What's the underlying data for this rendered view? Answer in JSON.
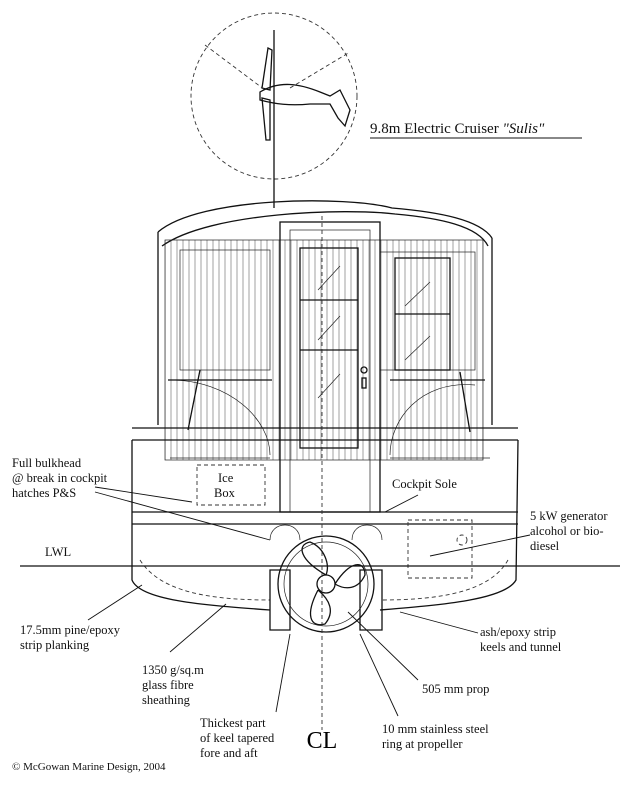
{
  "title": {
    "main": "9.8m Electric Cruiser ",
    "name": "\"Sulis\""
  },
  "waterline_label": "LWL",
  "centerline_symbol": "CL",
  "labels": {
    "bulkhead": [
      "Full bulkhead",
      "@ break in cockpit",
      "hatches  P&S"
    ],
    "icebox": [
      "Ice",
      "Box"
    ],
    "cockpit_sole": "Cockpit Sole",
    "generator": [
      "5  kW generator",
      "alcohol or bio-",
      "diesel"
    ],
    "planking": [
      "17.5mm pine/epoxy",
      "strip planking"
    ],
    "glassfibre": [
      "1350 g/sq.m",
      "glass fibre",
      "sheathing"
    ],
    "keel": [
      "Thickest part",
      "of keel tapered",
      "fore and aft"
    ],
    "ring": [
      "10 mm stainless steel",
      "ring at propeller"
    ],
    "prop": "505 mm prop",
    "ash": [
      "ash/epoxy strip",
      "keels and tunnel"
    ]
  },
  "copyright": "© McGowan Marine Design, 2004",
  "icons": [
    "wind-turbine-icon",
    "propeller-icon",
    "door-handle-icon"
  ]
}
